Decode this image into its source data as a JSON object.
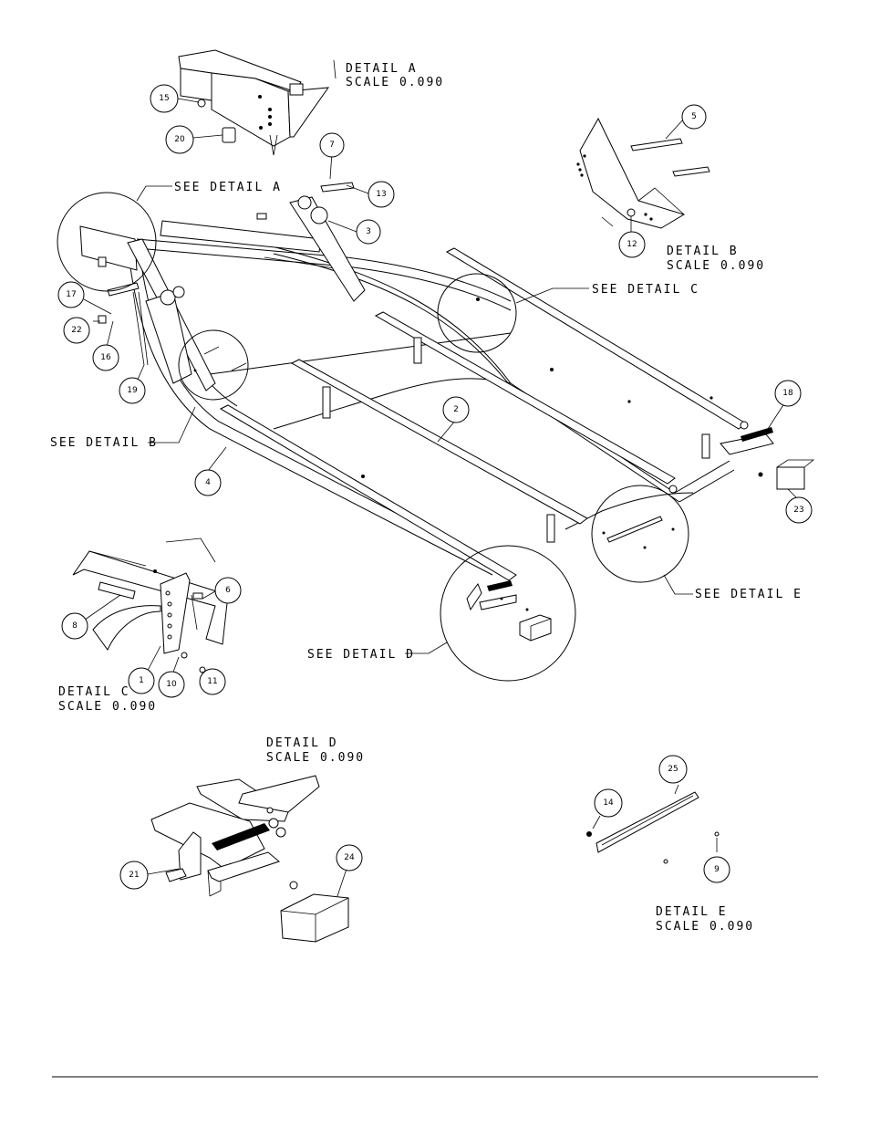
{
  "details": {
    "a": {
      "title": "DETAIL  A",
      "scale": "SCALE  0.090"
    },
    "b": {
      "title": "DETAIL  B",
      "scale": "SCALE  0.090"
    },
    "c": {
      "title": "DETAIL  C",
      "scale": "SCALE  0.090"
    },
    "d": {
      "title": "DETAIL  D",
      "scale": "SCALE  0.090"
    },
    "e": {
      "title": "DETAIL  E",
      "scale": "SCALE  0.090"
    }
  },
  "callouts": {
    "see_a": "SEE DETAIL  A",
    "see_b": "SEE DETAIL  B",
    "see_c": "SEE DETAIL  C",
    "see_d": "SEE DETAIL  D",
    "see_e": "SEE DETAIL  E"
  },
  "balloons": {
    "b1": "1",
    "b2": "2",
    "b3": "3",
    "b4": "4",
    "b5": "5",
    "b6": "6",
    "b7": "7",
    "b8": "8",
    "b9": "9",
    "b10": "10",
    "b11": "11",
    "b12": "12",
    "b13": "13",
    "b14": "14",
    "b15": "15",
    "b16": "16",
    "b17": "17",
    "b18": "18",
    "b19": "19",
    "b20": "20",
    "b21": "21",
    "b22": "22",
    "b23": "23",
    "b24": "24",
    "b25": "25"
  },
  "colors": {
    "ink": "#000000",
    "paper": "#ffffff"
  }
}
